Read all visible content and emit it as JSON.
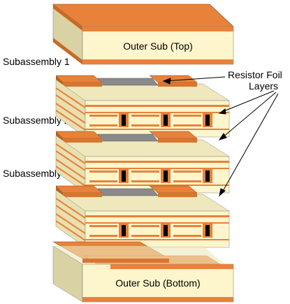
{
  "labels": {
    "top_sub": "Outer Sub (Top)",
    "subassembly_1": "Subassembly 1",
    "subassembly_2": "Subassembly 2",
    "subassembly_3": "Subassembly 3",
    "resistor_line_1": "Resistor Foil",
    "resistor_line_2": "Layers",
    "bottom_sub": "Outer Sub (Bottom)"
  },
  "colors": {
    "copper": "#e8823a",
    "copper_dark": "#b9631f",
    "substrate": "#fdf5cc",
    "substrate_side": "#d9d2a4",
    "substrate_top": "#efe8bd",
    "resistor": "#8a8a8a",
    "via": "#000000"
  }
}
